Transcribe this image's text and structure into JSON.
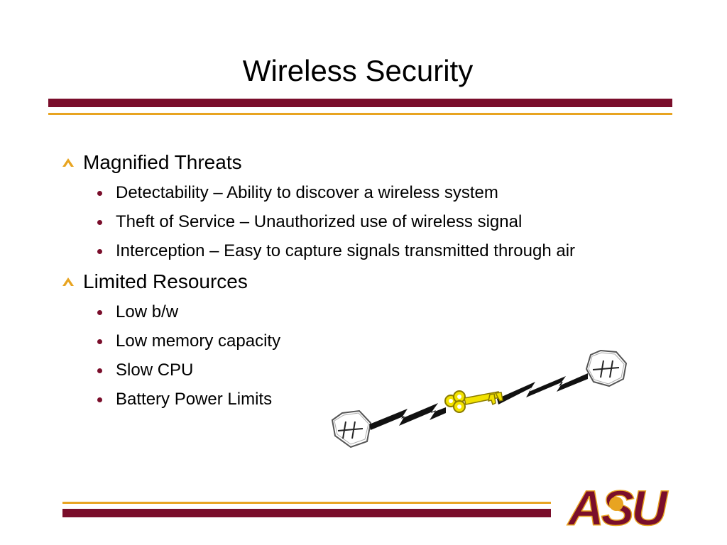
{
  "slide": {
    "title": "Wireless Security",
    "sections": [
      {
        "heading": "Magnified Threats",
        "items": [
          "Detectability – Ability to discover a wireless system",
          "Theft of Service – Unauthorized use of wireless signal",
          "Interception – Easy to capture signals transmitted through air"
        ]
      },
      {
        "heading": "Limited Resources",
        "items": [
          "Low b/w",
          "Low memory capacity",
          "Slow CPU",
          "Battery Power Limits"
        ]
      }
    ],
    "logo_text": "ASU",
    "illustration": {
      "icons": [
        "wireless-node-icon",
        "lightning-link-icon",
        "key-icon"
      ]
    }
  },
  "colors": {
    "maroon": "#7a0e2b",
    "gold": "#e8a421",
    "key": "#f2e200"
  }
}
